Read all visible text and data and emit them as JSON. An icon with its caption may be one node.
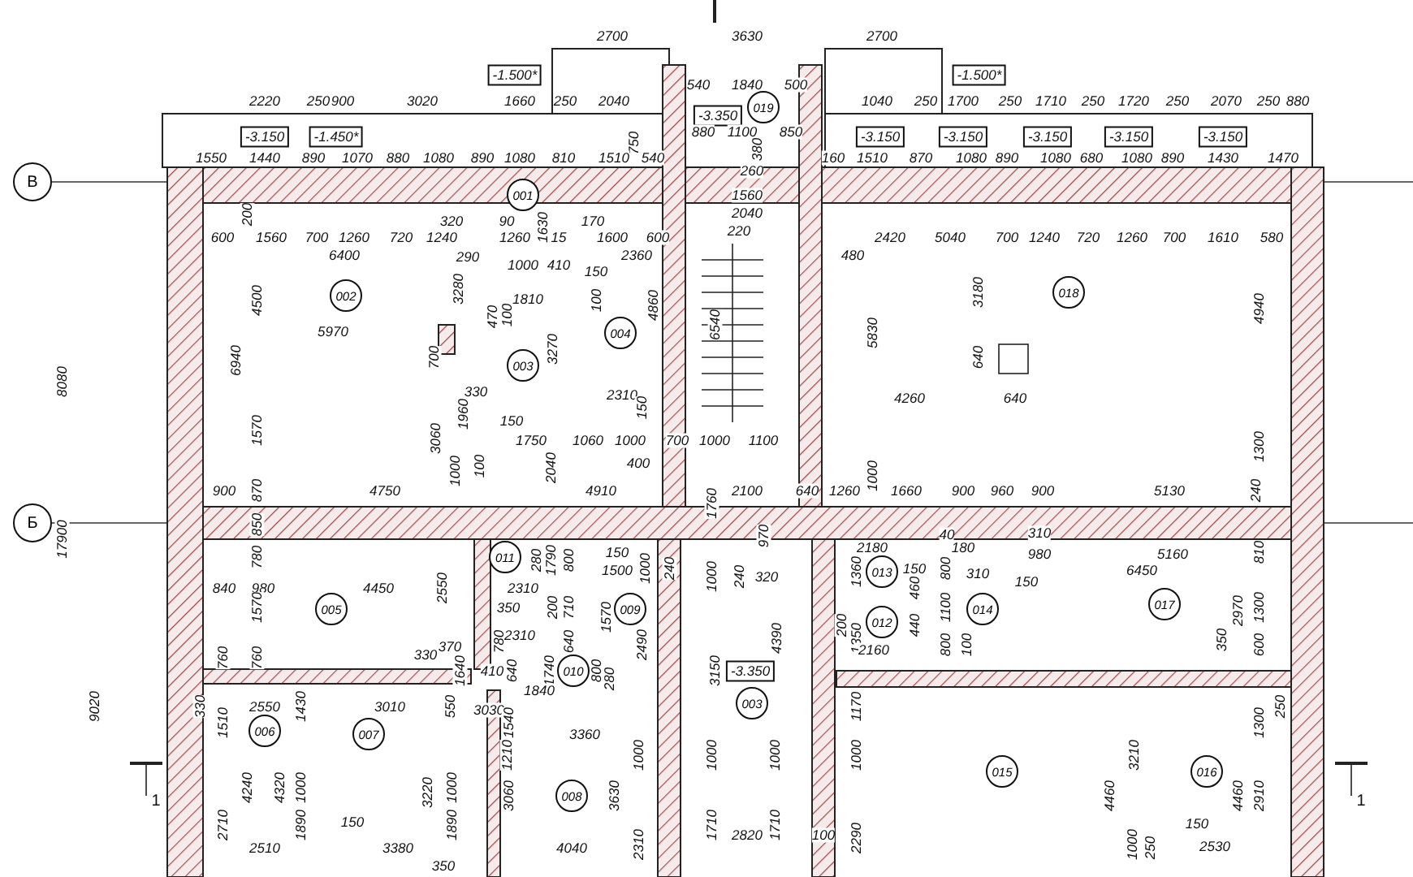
{
  "diagram": {
    "nodes": [
      {
        "text": [
          "В"
        ]
      },
      {
        "text": [
          "Б"
        ]
      },
      {
        "text": [
          "019"
        ]
      },
      {
        "text": [
          "001"
        ]
      },
      {
        "text": [
          "002"
        ]
      },
      {
        "text": [
          "004"
        ]
      },
      {
        "text": [
          "003"
        ]
      },
      {
        "text": [
          "018"
        ]
      },
      {
        "text": [
          "011"
        ]
      },
      {
        "text": [
          "013"
        ]
      },
      {
        "text": [
          "005"
        ]
      },
      {
        "text": [
          "009"
        ]
      },
      {
        "text": [
          "014"
        ]
      },
      {
        "text": [
          "017"
        ]
      },
      {
        "text": [
          "012"
        ]
      },
      {
        "text": [
          "010"
        ]
      },
      {
        "text": [
          "003"
        ]
      },
      {
        "text": [
          "006"
        ]
      },
      {
        "text": [
          "007"
        ]
      },
      {
        "text": [
          "015"
        ]
      },
      {
        "text": [
          "016"
        ]
      },
      {
        "text": [
          "008"
        ]
      }
    ],
    "labels": [
      "2700",
      "3630",
      "2700",
      "-1.500*",
      "-1.500*",
      "540",
      "1840",
      "500",
      "2220",
      "250",
      "900",
      "3020",
      "1660",
      "250",
      "2040",
      "1040",
      "250",
      "1700",
      "250",
      "1710",
      "250",
      "1720",
      "250",
      "2070",
      "250",
      "880",
      "-3.350",
      "880",
      "1100",
      "850",
      "-3.150",
      "-1.450*",
      "-3.150",
      "-3.150",
      "-3.150",
      "-3.150",
      "-3.150",
      "750",
      "380",
      "1550",
      "1440",
      "890",
      "1070",
      "880",
      "1080",
      "890",
      "1080",
      "810",
      "1510",
      "540",
      "160",
      "1510",
      "870",
      "1080",
      "890",
      "1080",
      "680",
      "1080",
      "890",
      "1430",
      "1470",
      "260",
      "1560",
      "200",
      "320",
      "90",
      "170",
      "2040",
      "1630",
      "220",
      "600",
      "1560",
      "700",
      "1260",
      "720",
      "1240",
      "1260",
      "15",
      "1600",
      "600",
      "2420",
      "5040",
      "700",
      "1240",
      "720",
      "1260",
      "700",
      "1610",
      "580",
      "6400",
      "290",
      "1000",
      "410",
      "150",
      "2360",
      "480",
      "3280",
      "3180",
      "1810",
      "4500",
      "470",
      "100",
      "100",
      "4860",
      "4940",
      "6540",
      "5970",
      "5830",
      "700",
      "3270",
      "640",
      "6940",
      "8080",
      "330",
      "2310",
      "4260",
      "640",
      "150",
      "1960",
      "150",
      "1570",
      "3060",
      "1750",
      "1060",
      "1000",
      "700",
      "1000",
      "1100",
      "1300",
      "400",
      "1000",
      "100",
      "2040",
      "1000",
      "1760",
      "900",
      "870",
      "4750",
      "4910",
      "2100",
      "640",
      "1260",
      "1660",
      "900",
      "960",
      "900",
      "5130",
      "240",
      "850",
      "970",
      "17900",
      "40",
      "310",
      "2180",
      "180",
      "280",
      "1790",
      "800",
      "150",
      "1500",
      "1000",
      "240",
      "780",
      "980",
      "5160",
      "810",
      "1360",
      "150",
      "800",
      "310",
      "150",
      "6450",
      "240",
      "1000",
      "320",
      "840",
      "980",
      "4450",
      "2550",
      "2310",
      "460",
      "1570",
      "350",
      "200",
      "710",
      "1570",
      "1100",
      "2970",
      "1300",
      "200",
      "440",
      "780",
      "2310",
      "640",
      "2490",
      "4390",
      "1350",
      "800",
      "100",
      "350",
      "600",
      "760",
      "760",
      "330",
      "370",
      "2160",
      "1640",
      "410",
      "640",
      "1740",
      "800",
      "280",
      "3150",
      "-3.350",
      "1840",
      "9020",
      "330",
      "2550",
      "1430",
      "3010",
      "550",
      "3030",
      "1170",
      "250",
      "1510",
      "1540",
      "1300",
      "3360",
      "1210",
      "1000",
      "1000",
      "1000",
      "1000",
      "3210",
      "1",
      "1",
      "4240",
      "4320",
      "1000",
      "3220",
      "1000",
      "3060",
      "3630",
      "4460",
      "4460",
      "2910",
      "2710",
      "1890",
      "150",
      "1890",
      "1710",
      "1710",
      "150",
      "2510",
      "3380",
      "4040",
      "2310",
      "2820",
      "100",
      "2290",
      "1000",
      "250",
      "2530",
      "350"
    ]
  }
}
